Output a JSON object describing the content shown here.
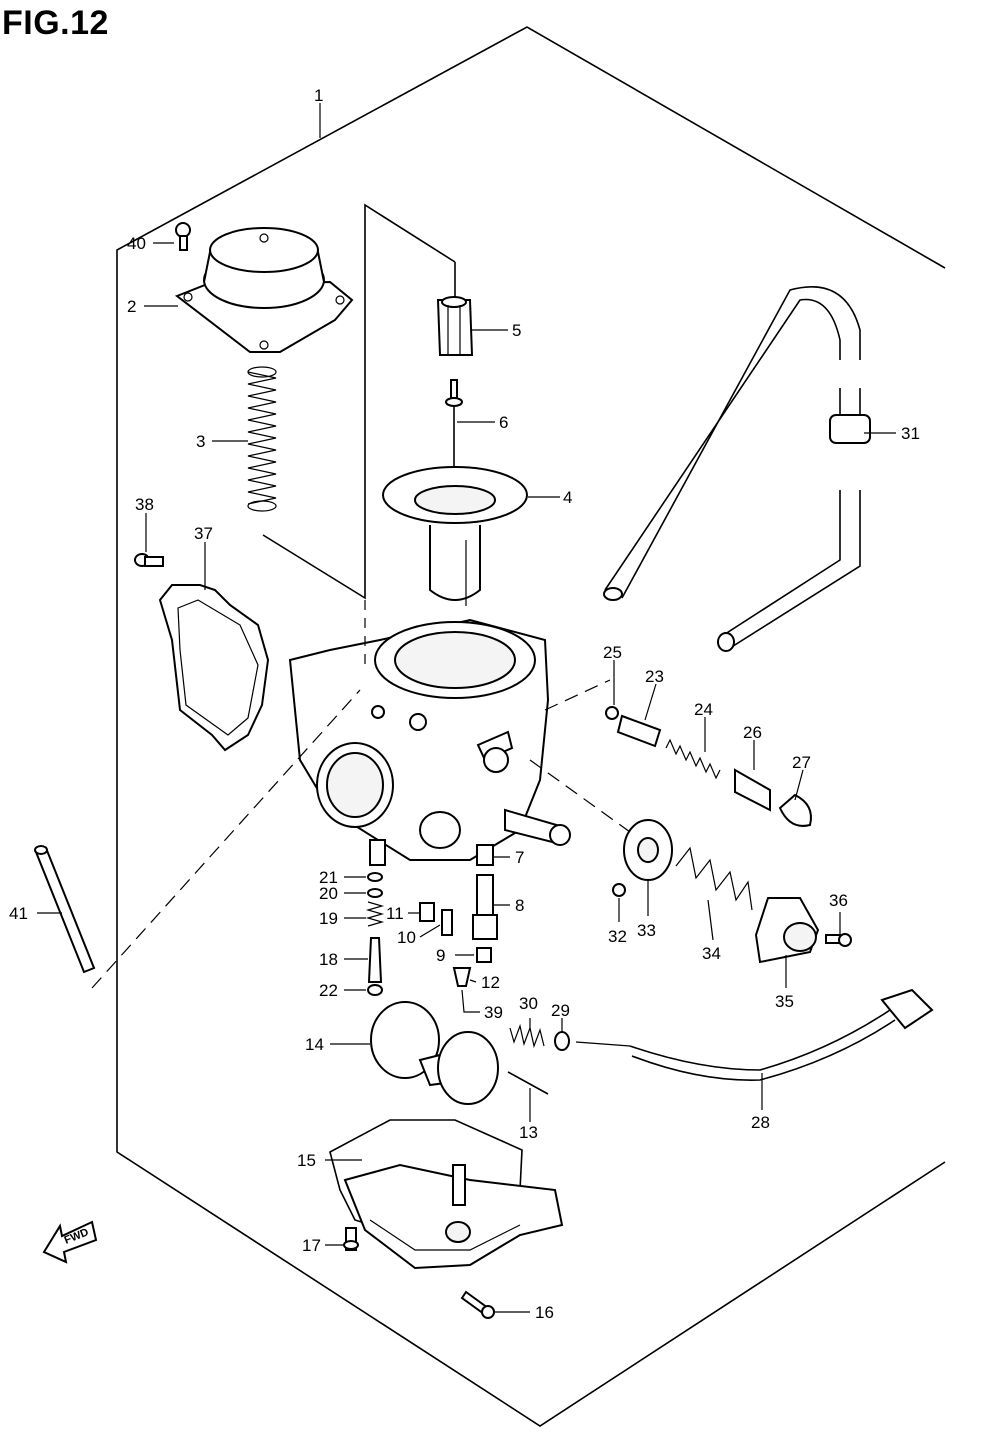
{
  "figure": {
    "title": "FIG.12"
  },
  "fwd_badge": {
    "text": "FWD"
  },
  "callouts": [
    {
      "id": "1",
      "label": "1"
    },
    {
      "id": "2",
      "label": "2"
    },
    {
      "id": "3",
      "label": "3"
    },
    {
      "id": "4",
      "label": "4"
    },
    {
      "id": "5",
      "label": "5"
    },
    {
      "id": "6",
      "label": "6"
    },
    {
      "id": "7",
      "label": "7"
    },
    {
      "id": "8",
      "label": "8"
    },
    {
      "id": "9",
      "label": "9"
    },
    {
      "id": "10",
      "label": "10"
    },
    {
      "id": "11",
      "label": "11"
    },
    {
      "id": "12",
      "label": "12"
    },
    {
      "id": "13",
      "label": "13"
    },
    {
      "id": "14",
      "label": "14"
    },
    {
      "id": "15",
      "label": "15"
    },
    {
      "id": "16",
      "label": "16"
    },
    {
      "id": "17",
      "label": "17"
    },
    {
      "id": "18",
      "label": "18"
    },
    {
      "id": "19",
      "label": "19"
    },
    {
      "id": "20",
      "label": "20"
    },
    {
      "id": "21",
      "label": "21"
    },
    {
      "id": "22",
      "label": "22"
    },
    {
      "id": "23",
      "label": "23"
    },
    {
      "id": "24",
      "label": "24"
    },
    {
      "id": "25",
      "label": "25"
    },
    {
      "id": "26",
      "label": "26"
    },
    {
      "id": "27",
      "label": "27"
    },
    {
      "id": "28",
      "label": "28"
    },
    {
      "id": "29",
      "label": "29"
    },
    {
      "id": "30",
      "label": "30"
    },
    {
      "id": "31",
      "label": "31"
    },
    {
      "id": "32",
      "label": "32"
    },
    {
      "id": "33",
      "label": "33"
    },
    {
      "id": "34",
      "label": "34"
    },
    {
      "id": "35",
      "label": "35"
    },
    {
      "id": "36",
      "label": "36"
    },
    {
      "id": "37",
      "label": "37"
    },
    {
      "id": "38",
      "label": "38"
    },
    {
      "id": "39",
      "label": "39"
    },
    {
      "id": "40",
      "label": "40"
    },
    {
      "id": "41",
      "label": "41"
    }
  ]
}
